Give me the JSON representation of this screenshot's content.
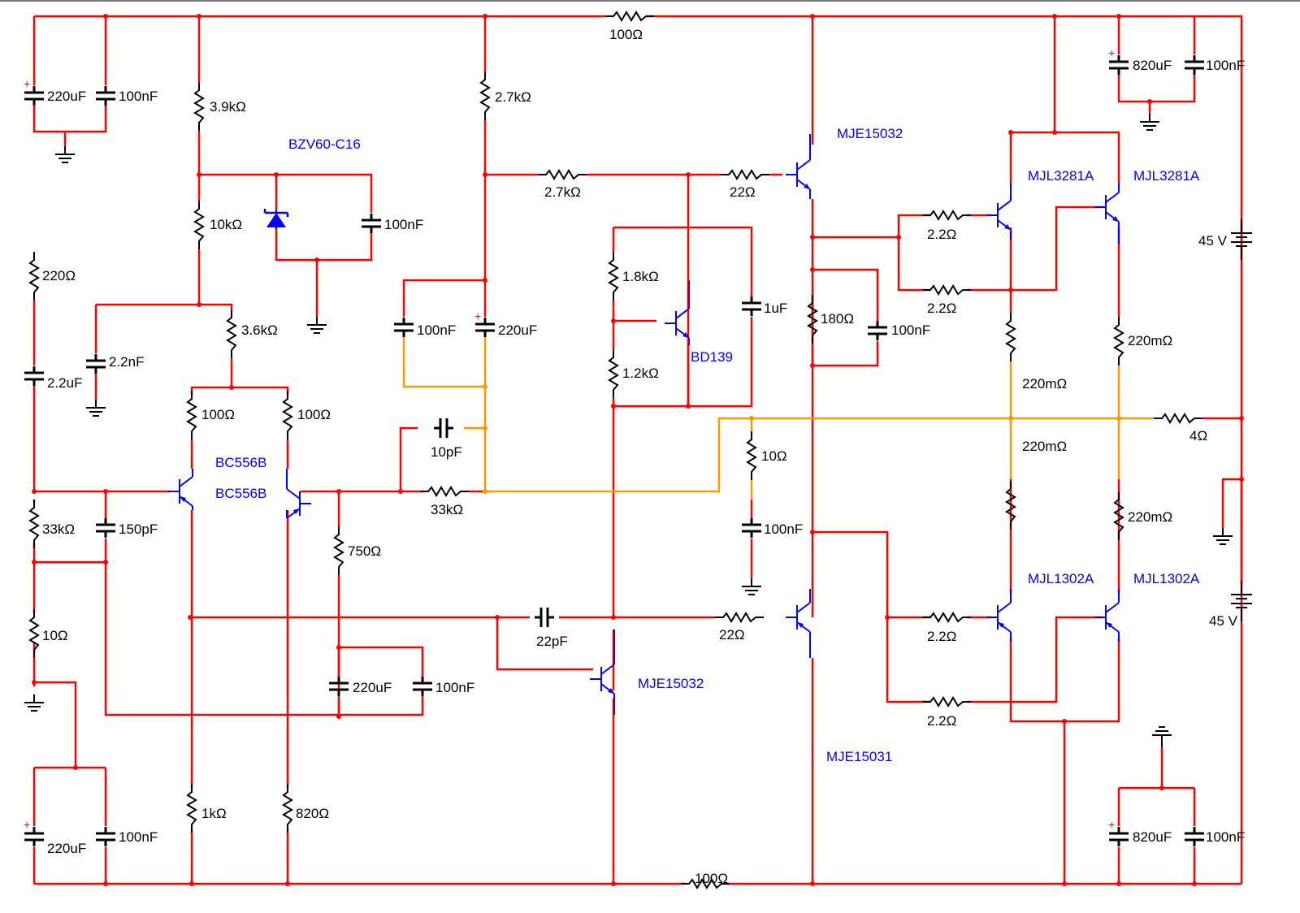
{
  "colors": {
    "wire": "#ff0000",
    "output_wire": "#ff9900",
    "component": "#000000",
    "semiconductor": "#0000ff",
    "polarity_mark": "#ff0000",
    "background": "#ffffff"
  },
  "polarity_mark": "+",
  "labels": {
    "r_top_100": "100Ω",
    "r_bot_100": "100Ω",
    "c_220u_tl": "220uF",
    "c_100n_tl": "100nF",
    "r_3k9": "3.9kΩ",
    "r_10k": "10kΩ",
    "zener": "BZV60-C16",
    "c_100n_zener": "100nF",
    "r_220": "220Ω",
    "c_2u2": "2.2uF",
    "c_2n2": "2.2nF",
    "r_3k6": "3.6kΩ",
    "r_100_a": "100Ω",
    "r_100_b": "100Ω",
    "q_bc556_a": "BC556B",
    "q_bc556_b": "BC556B",
    "r_33k_in": "33kΩ",
    "c_150p": "150pF",
    "r_10_in": "10Ω",
    "c_220u_bl": "220uF",
    "c_100n_bl": "100nF",
    "r_1k": "1kΩ",
    "r_820": "820Ω",
    "r_750": "750Ω",
    "c_220u_mid": "220uF",
    "c_100n_mid": "100nF",
    "r_2k7_v": "2.7kΩ",
    "r_2k7_h": "2.7kΩ",
    "c_100n_boot": "100nF",
    "c_220u_boot": "220uF",
    "c_10p": "10pF",
    "r_33k_fb": "33kΩ",
    "c_22p": "22pF",
    "q_vas": "MJE15032",
    "r_1k8": "1.8kΩ",
    "r_1k2": "1.2kΩ",
    "q_bd139": "BD139",
    "c_1u": "1uF",
    "r_10_zobel": "10Ω",
    "c_100n_zobel": "100nF",
    "r_22_top": "22Ω",
    "r_22_bot": "22Ω",
    "q_driver_top": "MJE15032",
    "q_driver_bot": "MJE15031",
    "r_180": "180Ω",
    "c_100n_180": "100nF",
    "r_2r2_1": "2.2Ω",
    "r_2r2_2": "2.2Ω",
    "r_2r2_3": "2.2Ω",
    "r_2r2_4": "2.2Ω",
    "q_out_top1": "MJL3281A",
    "q_out_top2": "MJL3281A",
    "q_out_bot1": "MJL1302A",
    "q_out_bot2": "MJL1302A",
    "r_e1": "220mΩ",
    "r_e2": "220mΩ",
    "r_e3": "220mΩ",
    "r_e4": "220mΩ",
    "r_load": "4Ω",
    "c_820u_tr": "820uF",
    "c_100n_tr": "100nF",
    "c_820u_br": "820uF",
    "c_100n_br": "100nF",
    "v_top": "45 V",
    "v_bot": "45 V"
  }
}
